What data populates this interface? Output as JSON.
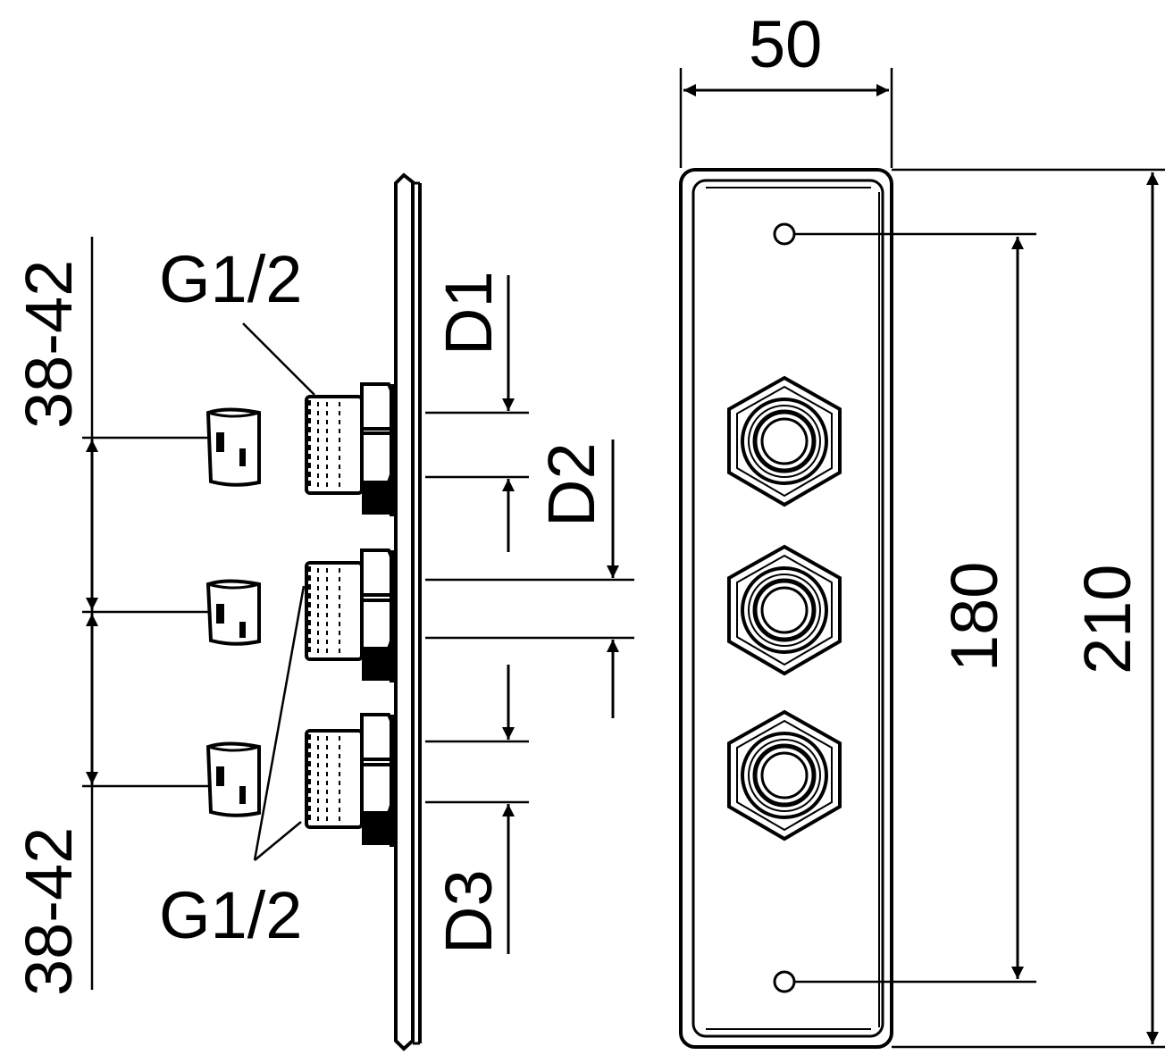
{
  "drawing": {
    "colors": {
      "line": "#000000",
      "background": "#ffffff"
    },
    "side_view": {
      "thread_label_top": "G1/2",
      "thread_label_bottom": "G1/2",
      "spacing_label_top": "38-42",
      "spacing_label_bottom": "38-42",
      "dim_d1": "D1",
      "dim_d2": "D2",
      "dim_d3": "D3"
    },
    "front_view": {
      "width_label": "50",
      "hole_spacing_label": "180",
      "height_label": "210"
    }
  }
}
